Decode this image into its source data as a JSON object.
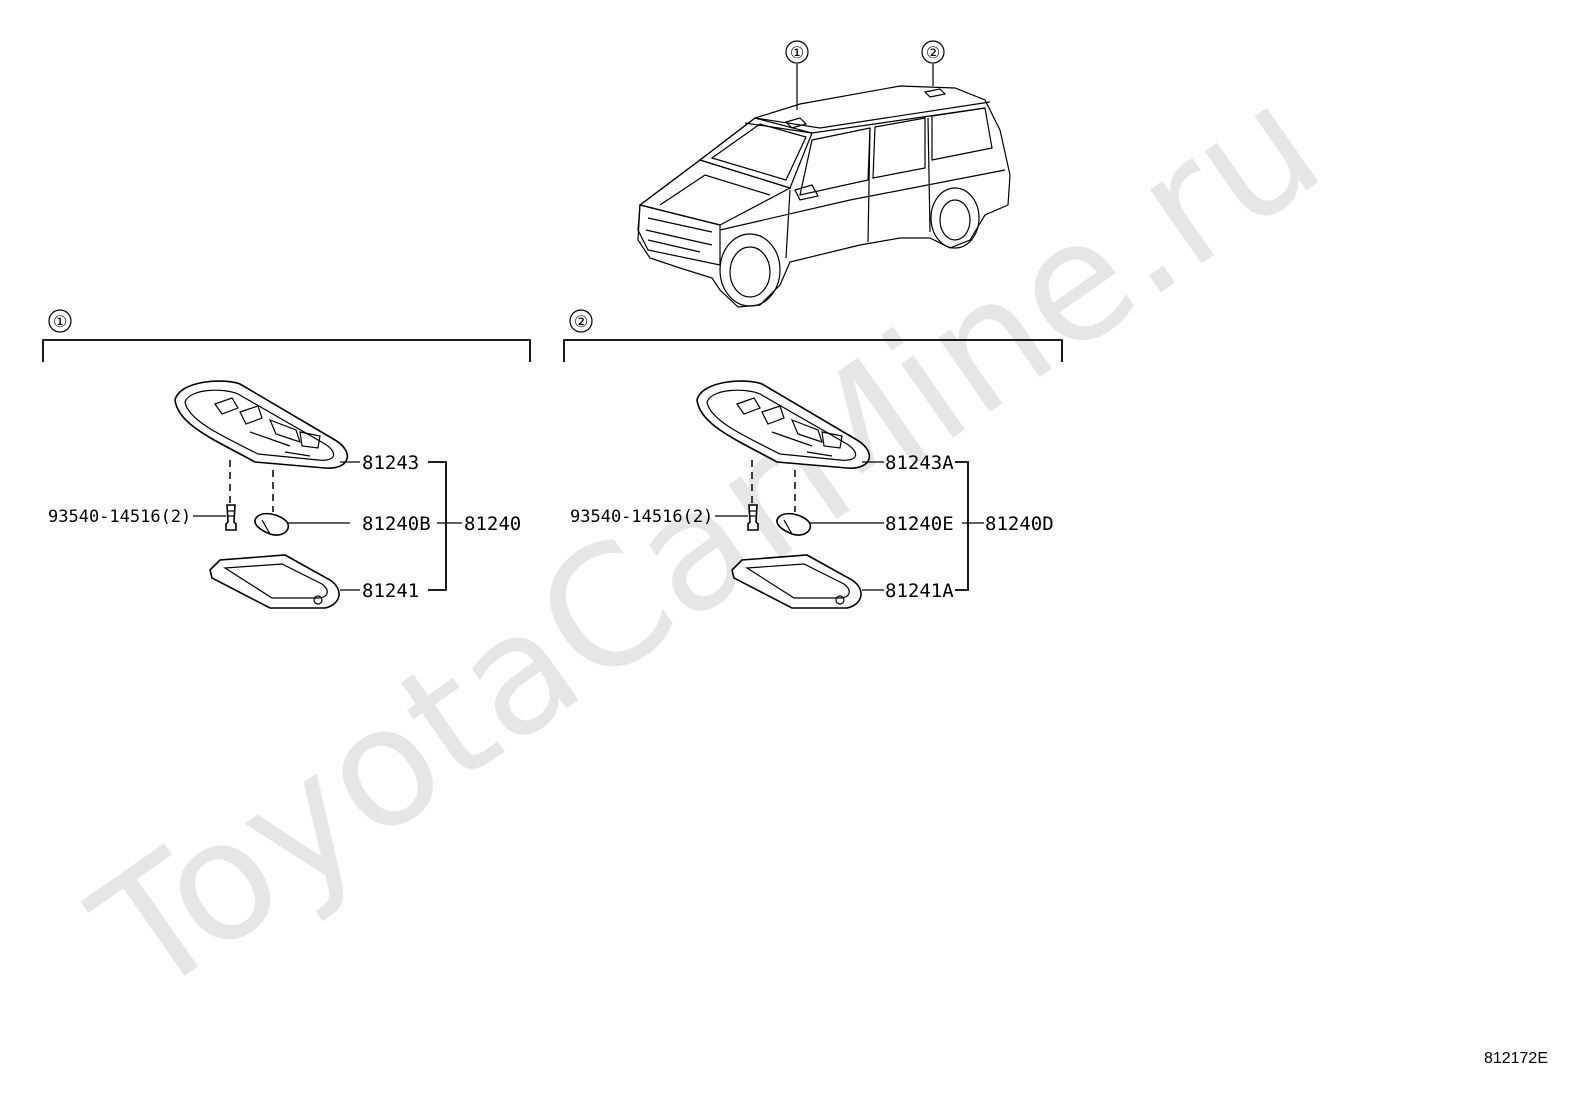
{
  "watermark": "ToyotaCarMine.ru",
  "figure_ref": "812172E",
  "vehicle": {
    "marker_1": "①",
    "marker_2": "②"
  },
  "groups": [
    {
      "marker": "①",
      "bolt": "93540-14516(2)",
      "lens_housing": "81243",
      "bulb": "81240B",
      "assembly": "81240",
      "cover": "81241"
    },
    {
      "marker": "②",
      "bolt": "93540-14516(2)",
      "lens_housing": "81243A",
      "bulb": "81240E",
      "assembly": "81240D",
      "cover": "81241A"
    }
  ]
}
